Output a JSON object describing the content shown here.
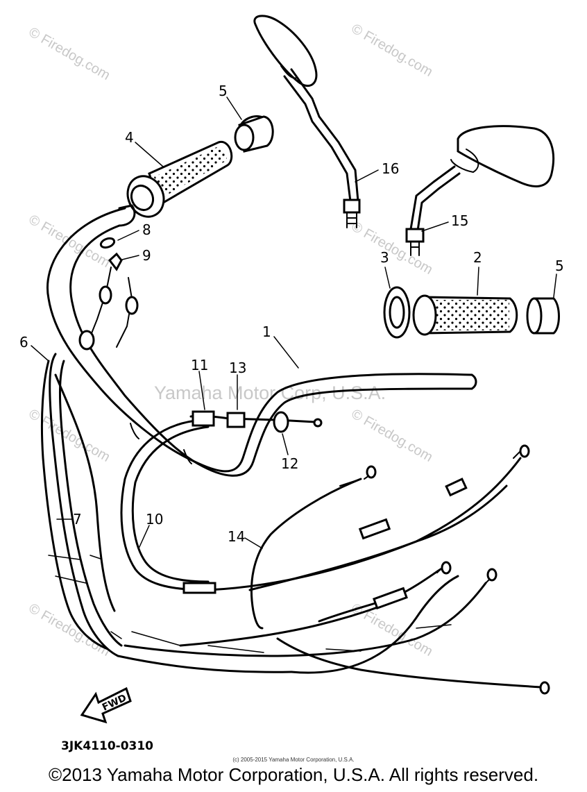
{
  "diagram": {
    "part_code": "3JK4110-0310",
    "direction_label": "FWD",
    "watermark_corp": "Yamaha Motor Corp, U.S.A.",
    "watermark_site": "© Firedog.com",
    "callouts": [
      "1",
      "2",
      "3",
      "4",
      "5",
      "5",
      "6",
      "7",
      "8",
      "9",
      "10",
      "11",
      "12",
      "13",
      "14",
      "15",
      "16"
    ]
  },
  "footer": {
    "small_copyright": "(c) 2005-2015 Yamaha Motor Corporation, U.S.A.",
    "copyright": "©2013 Yamaha Motor Corporation, U.S.A. All rights reserved."
  }
}
